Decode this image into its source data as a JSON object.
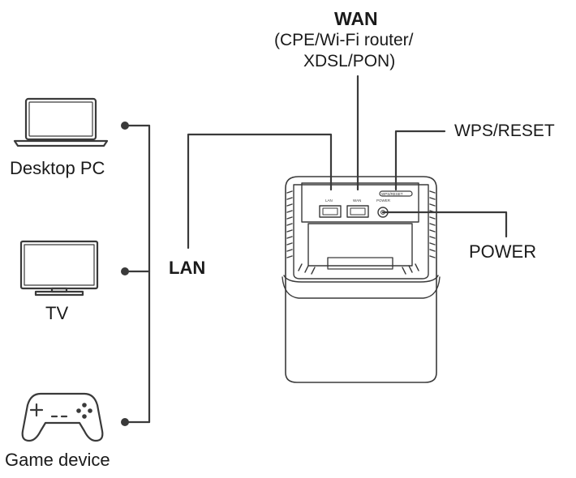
{
  "devices": [
    {
      "label": "Desktop PC",
      "icon": "laptop-icon"
    },
    {
      "label": "TV",
      "icon": "tv-icon"
    },
    {
      "label": "Game device",
      "icon": "gamepad-icon"
    }
  ],
  "wan": {
    "title": "WAN",
    "subtitle_line1": "(CPE/Wi-Fi router/",
    "subtitle_line2": "XDSL/PON)"
  },
  "lan": {
    "label": "LAN"
  },
  "wps_reset": {
    "label": "WPS/RESET"
  },
  "power": {
    "label": "POWER"
  },
  "router": {
    "port_labels": {
      "lan": "LAN",
      "wan": "WAN",
      "power": "POWER",
      "button": "WPS/RESET"
    },
    "icon": "router-icon"
  },
  "colors": {
    "line": "#3a3a3a",
    "text": "#1a1a1a"
  }
}
